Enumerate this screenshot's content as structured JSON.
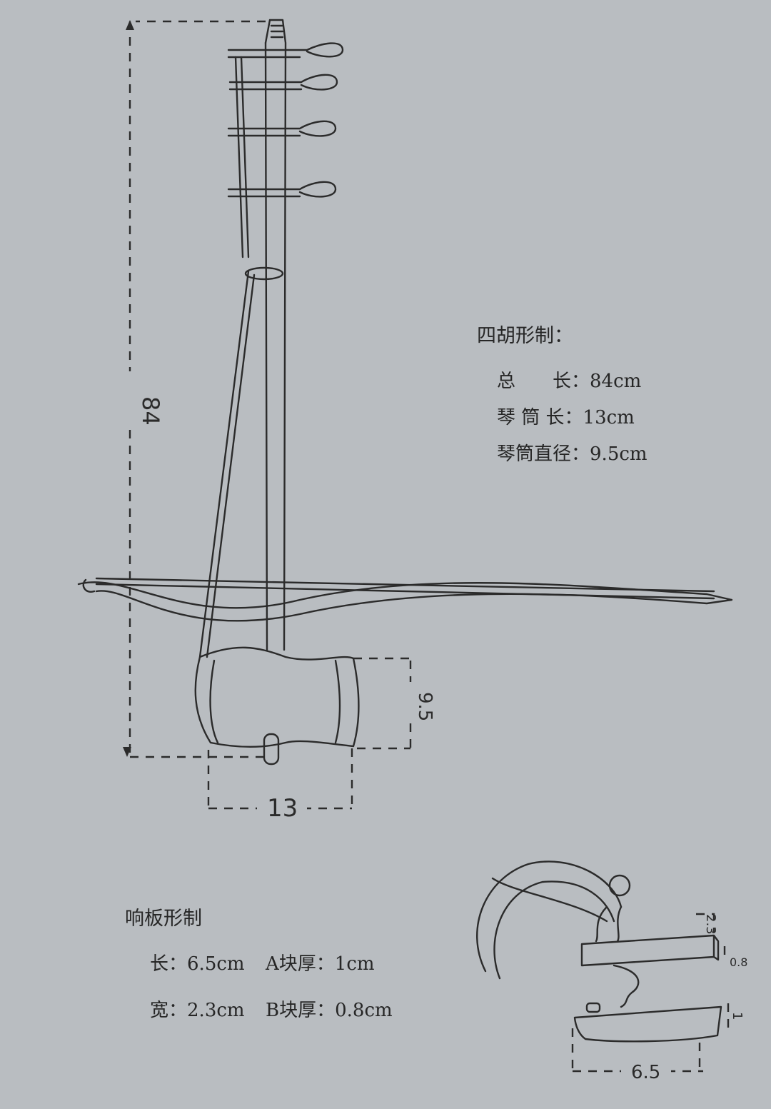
{
  "sihu_spec": {
    "title": "四胡形制：",
    "rows": [
      {
        "label": "总　　长：",
        "value": "84cm"
      },
      {
        "label": "琴 筒 长：",
        "value": "13cm"
      },
      {
        "label": "琴筒直径：",
        "value": "9.5cm"
      }
    ]
  },
  "bridge_spec": {
    "title": "响板形制",
    "rows": [
      {
        "label": "长：",
        "value": "6.5cm",
        "label2": "A块厚：",
        "value2": "1cm"
      },
      {
        "label": "宽：",
        "value": "2.3cm",
        "label2": "B块厚：",
        "value2": "0.8cm"
      }
    ]
  },
  "dimensions": {
    "total_length": "84",
    "tube_diameter": "9.5",
    "tube_length": "13",
    "bridge_width": "2.3",
    "bridge_b_thickness": "0.8",
    "bridge_a_thickness": "1",
    "bridge_length": "6.5"
  }
}
